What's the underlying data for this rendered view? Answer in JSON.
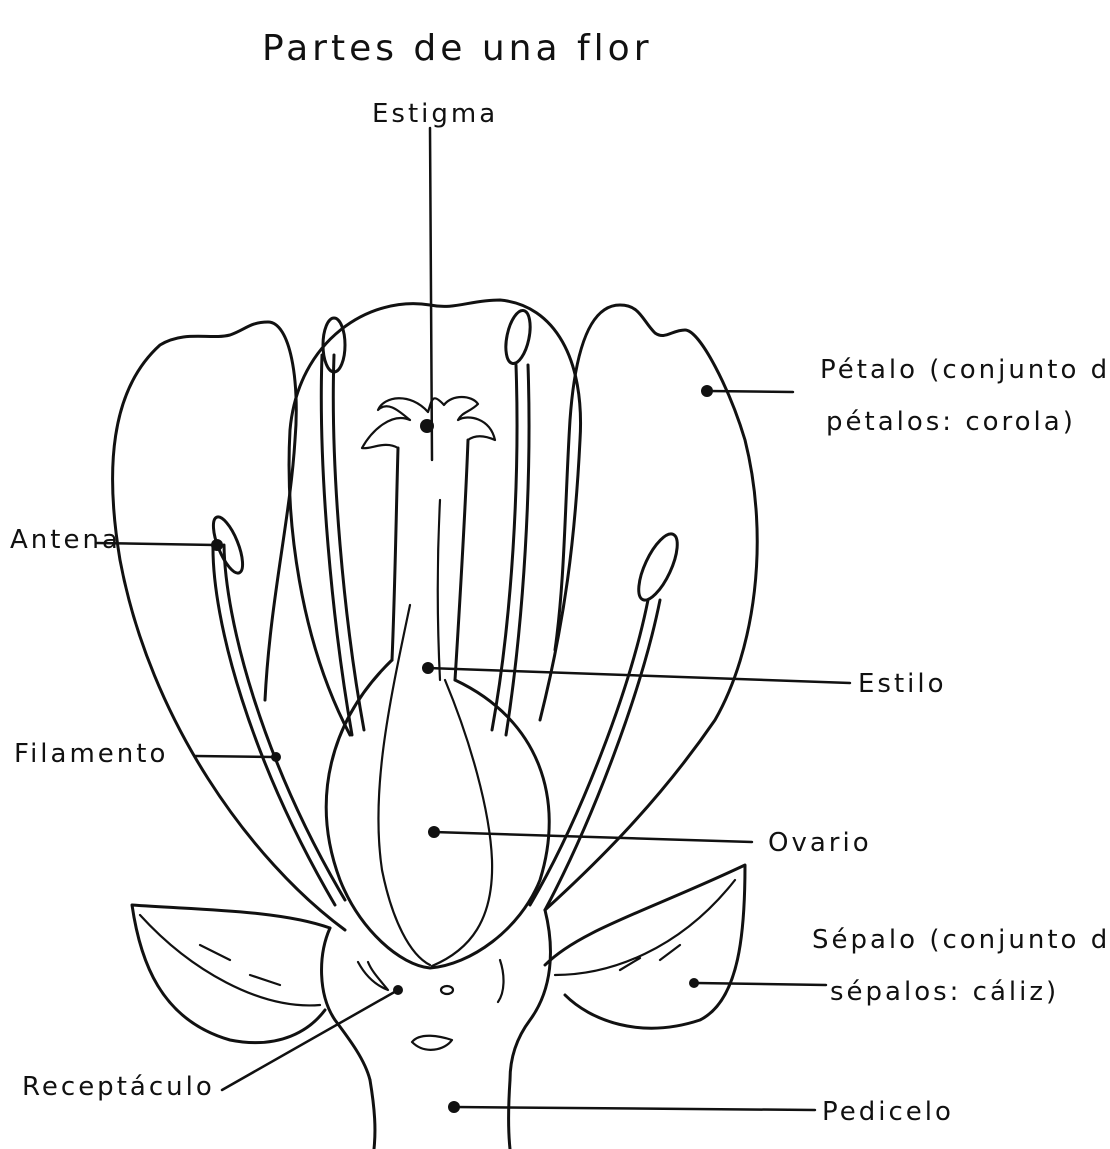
{
  "title": "Partes   de   una  flor",
  "labels": {
    "estigma": "Estigma",
    "petalo_1": "Pétalo (conjunto de",
    "petalo_2": "pétalos: corola)",
    "antena": "Antena",
    "estilo": "Estilo",
    "filamento": "Filamento",
    "ovario": "Ovario",
    "sepalo_1": "Sépalo (conjunto de",
    "sepalo_2": "sépalos: cáliz)",
    "receptaculo": "Receptáculo",
    "pedicelo": "Pedicelo"
  }
}
